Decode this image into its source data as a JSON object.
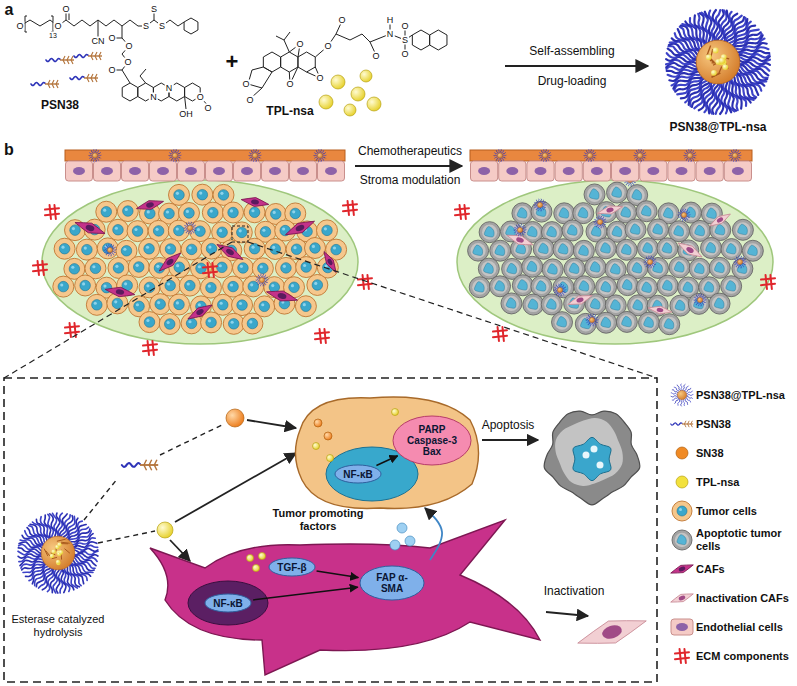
{
  "diagram": {
    "nodes": [
      {
        "text": [
          "NF-κB"
        ]
      },
      {
        "text": [
          "PARP Caspase-3 Bax"
        ]
      },
      {
        "text": [
          "TGF-β"
        ]
      },
      {
        "text": [
          "NF-κB"
        ]
      },
      {
        "text": [
          "FAP α-SMA"
        ]
      }
    ],
    "edges": [
      {
        "from": 0,
        "to": 1,
        "arrow": "to"
      },
      {
        "from": 2,
        "to": 4,
        "arrow": "to"
      },
      {
        "from": 3,
        "to": 4,
        "arrow": "to"
      }
    ],
    "labels": [
      "a",
      "O",
      "13",
      "O",
      "O",
      "CN",
      "S",
      "S",
      "S",
      "O",
      "O",
      "O",
      "O",
      "N",
      "N",
      "O",
      "O",
      "OH",
      "PSN38",
      "+",
      "O",
      "O",
      "O",
      "O",
      "O",
      "O",
      "O",
      "O",
      "H",
      "N",
      "S",
      "O",
      "O",
      "TPL-nsa",
      "Self-assembling",
      "Drug-loading",
      "PSN38@TPL-nsa",
      "b",
      "Chemotherapeutics",
      "Stroma modulation",
      "Esterase catalyzed hydrolysis",
      "Tumor promoting factors",
      "Apoptosis",
      "Inactivation"
    ],
    "legend": [
      {
        "text": "PSN38@TPL-nsa"
      },
      {
        "text": "PSN38"
      },
      {
        "text": "SN38",
        "color": "#f08a24"
      },
      {
        "text": "TPL-nsa",
        "color": "#f2e13c"
      },
      {
        "text": "Tumor cells"
      },
      {
        "text": "Apoptotic tumor cells"
      },
      {
        "text": "CAFs"
      },
      {
        "text": "Inactivation CAFs"
      },
      {
        "text": "Endothelial cells"
      },
      {
        "text": "ECM components"
      }
    ]
  }
}
